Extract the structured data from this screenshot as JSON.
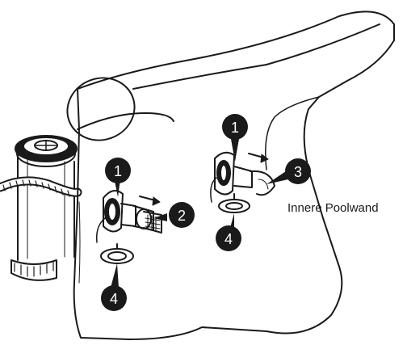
{
  "diagram": {
    "wall_label": "Innere Poolwand",
    "callouts": [
      {
        "id": "1",
        "text": "1"
      },
      {
        "id": "2",
        "text": "2"
      },
      {
        "id": "1b",
        "text": "1"
      },
      {
        "id": "3",
        "text": "3"
      },
      {
        "id": "4",
        "text": "4"
      },
      {
        "id": "4b",
        "text": "4"
      }
    ],
    "icons": {
      "filter_pump": "filter-pump-icon",
      "hose": "hose-icon",
      "strainer": "strainer-connector-icon",
      "jet_nozzle": "jet-nozzle-icon",
      "seal_ring": "seal-ring-icon",
      "arrow": "arrow-right-icon"
    },
    "colors": {
      "stroke": "#1a1a1a",
      "badge": "#1a1a1a",
      "background": "#ffffff"
    }
  }
}
